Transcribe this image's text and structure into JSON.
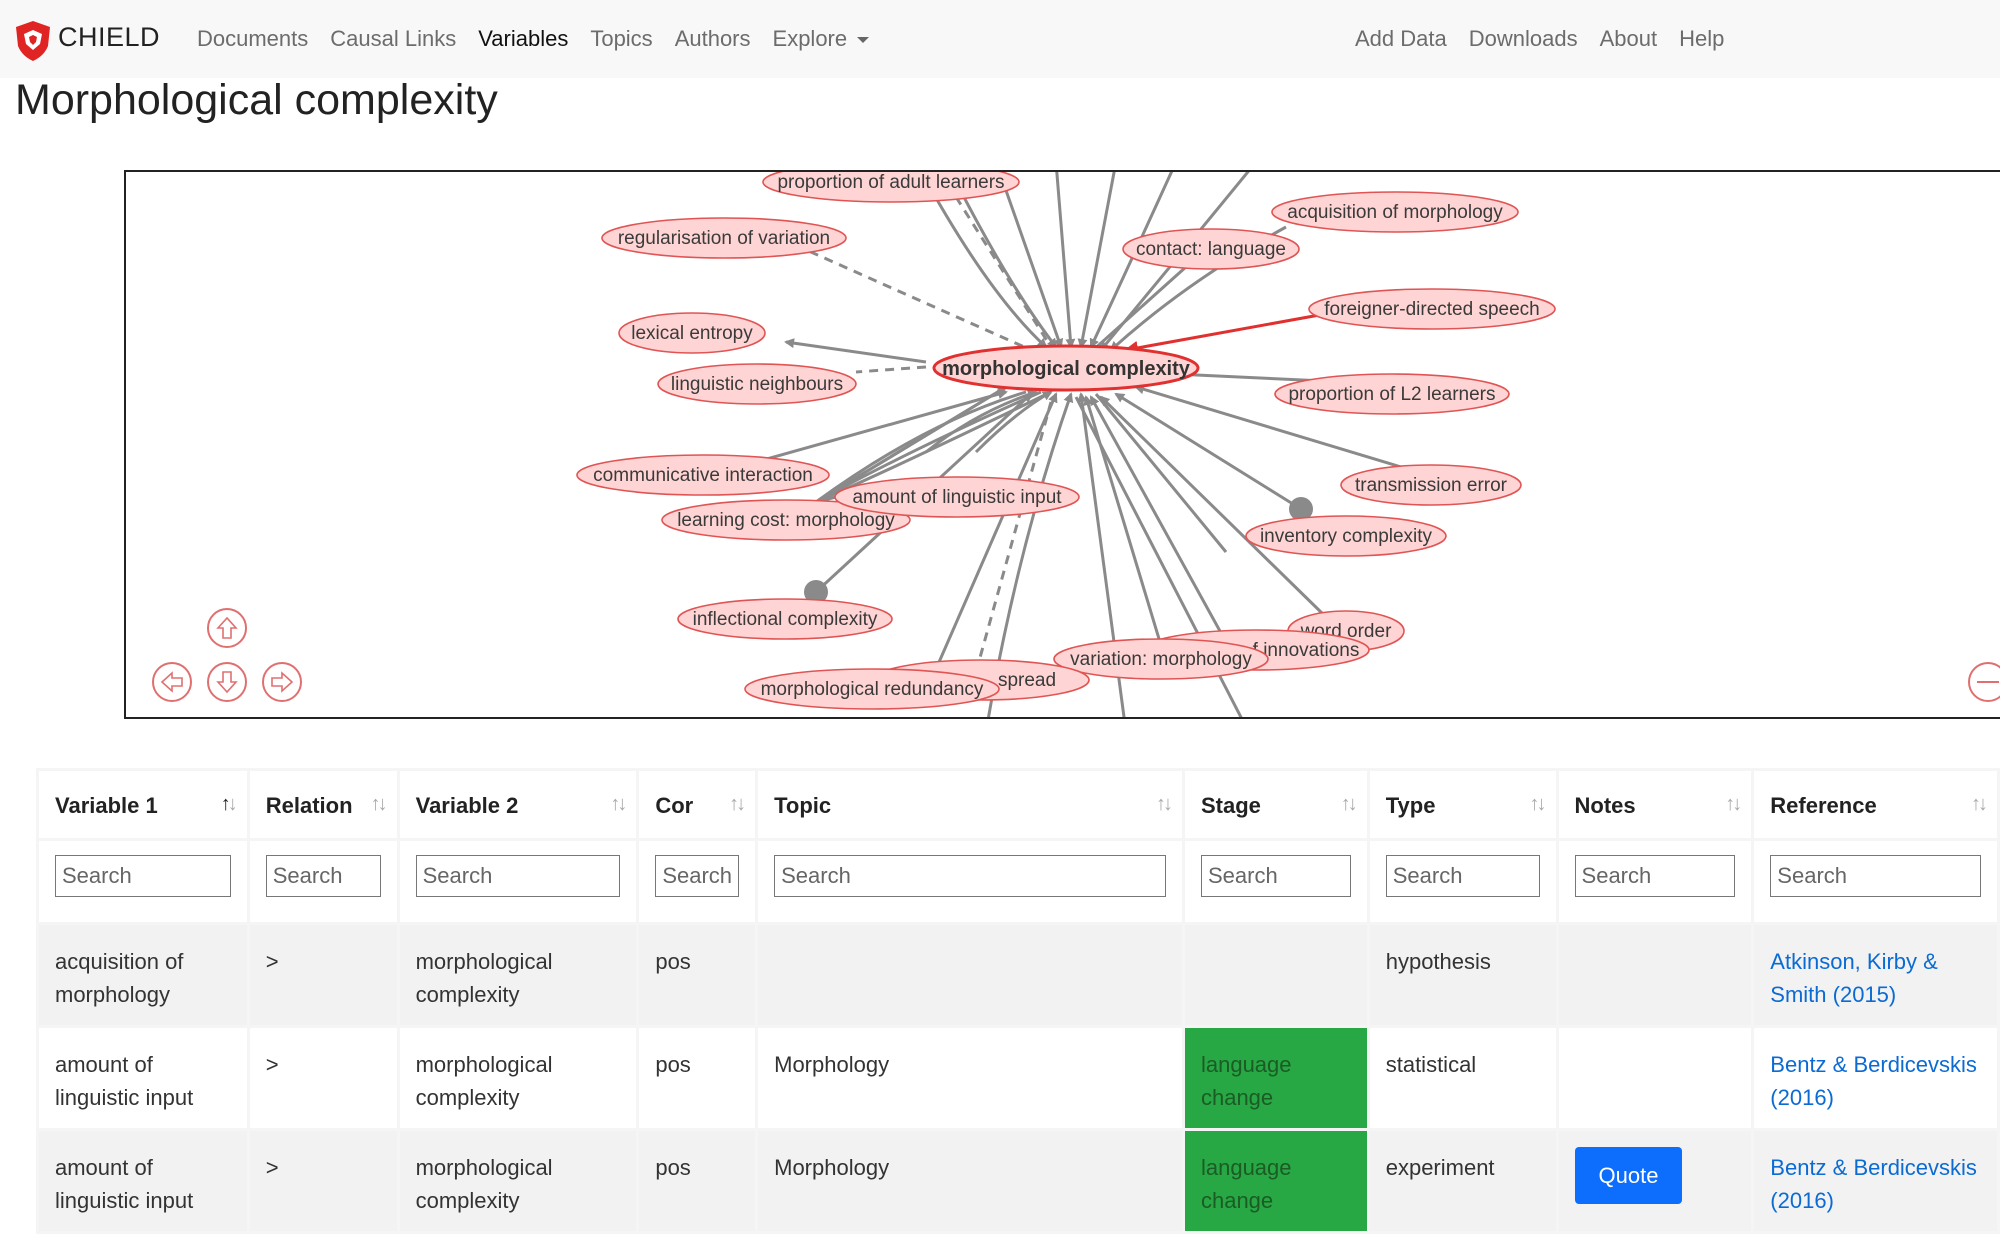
{
  "brand": {
    "name": "CHIELD",
    "logo_icon": "shield-logo-icon"
  },
  "nav": {
    "left": [
      "Documents",
      "Causal Links",
      "Variables",
      "Topics",
      "Authors",
      "Explore"
    ],
    "active": "Variables",
    "right": [
      "Add Data",
      "Downloads",
      "About",
      "Help"
    ]
  },
  "page": {
    "title": "Morphological complexity"
  },
  "graph": {
    "central": "morphological complexity",
    "nodes": [
      "proportion of adult learners",
      "regularisation of variation",
      "acquisition of morphology",
      "contact: language",
      "foreigner-directed speech",
      "lexical entropy",
      "linguistic neighbours",
      "proportion of L2 learners",
      "communicative interaction",
      "amount of linguistic input",
      "learning cost: morphology",
      "transmission error",
      "inventory complexity",
      "inflectional complexity",
      "word order",
      "f innovations",
      "variation: morphology",
      "morphological redundancy",
      "spread"
    ],
    "controls": [
      "pan-up-icon",
      "pan-left-icon",
      "pan-down-icon",
      "pan-right-icon",
      "zoom-out-icon"
    ]
  },
  "table": {
    "headers": [
      "Variable 1",
      "Relation",
      "Variable 2",
      "Cor",
      "Topic",
      "Stage",
      "Type",
      "Notes",
      "Reference"
    ],
    "search_placeholder": "Search",
    "rows": [
      {
        "v1": "acquisition of morphology",
        "rel": ">",
        "v2": "morphological complexity",
        "cor": "pos",
        "topic": "",
        "stage": "",
        "type": "hypothesis",
        "notes": "",
        "ref": "Atkinson, Kirby & Smith (2015)"
      },
      {
        "v1": "amount of linguistic input",
        "rel": ">",
        "v2": "morphological complexity",
        "cor": "pos",
        "topic": "Morphology",
        "stage": "language change",
        "type": "statistical",
        "notes": "",
        "ref": "Bentz & Berdicevskis (2016)"
      },
      {
        "v1": "amount of linguistic input",
        "rel": ">",
        "v2": "morphological complexity",
        "cor": "pos",
        "topic": "Morphology",
        "stage": "language change",
        "type": "experiment",
        "notes": "Quote",
        "ref": "Bentz & Berdicevskis (2016)"
      }
    ],
    "colors": {
      "stage_green": "#28a745",
      "link": "#0b6bd3",
      "button": "#0d6efd"
    }
  }
}
